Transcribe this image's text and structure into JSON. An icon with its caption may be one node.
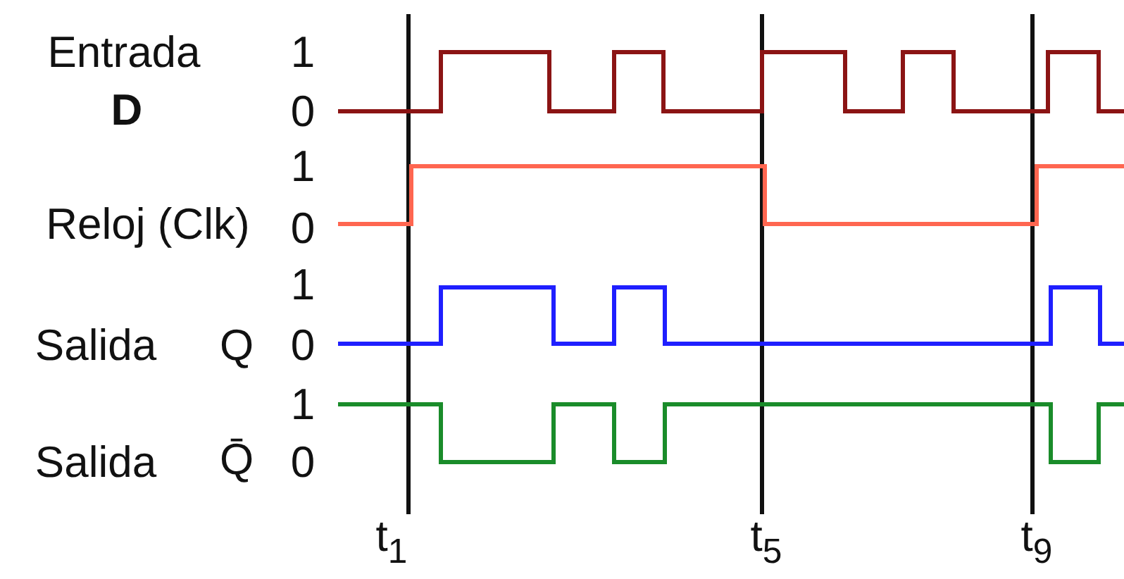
{
  "diagram": {
    "labels": [
      "Entrada",
      "1",
      "D",
      "0",
      "1",
      "Reloj (Clk)",
      "0",
      "1",
      "Salida",
      "Q",
      "0",
      "1",
      "Salida",
      "Q̄",
      "0",
      "t$_{1}$",
      "t$_{5}$",
      "t$_{9}$"
    ]
  }
}
